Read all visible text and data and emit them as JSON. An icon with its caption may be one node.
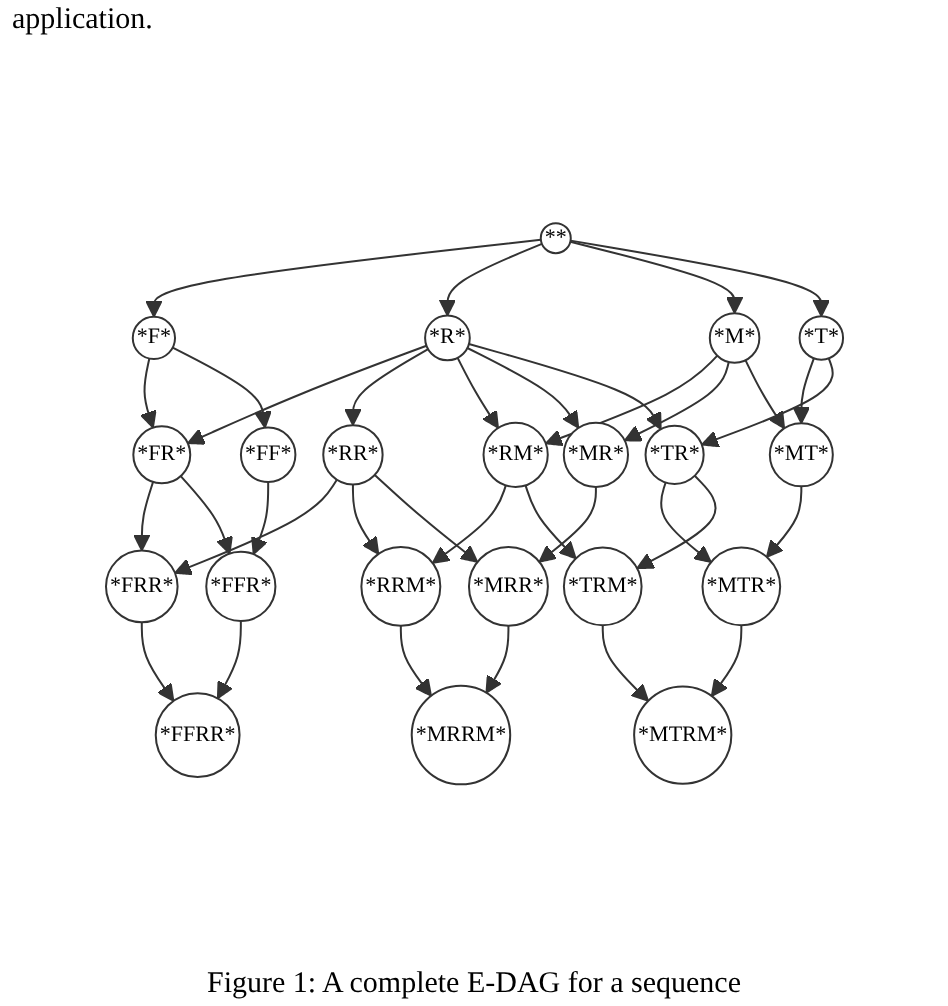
{
  "diagram": {
    "caption": "Figure 1: A complete E-DAG for a sequence",
    "nodes": [
      {
        "text": [
          "**"
        ]
      },
      {
        "text": [
          "*F*"
        ]
      },
      {
        "text": [
          "*R*"
        ]
      },
      {
        "text": [
          "*M*"
        ]
      },
      {
        "text": [
          "*T*"
        ]
      },
      {
        "text": [
          "*FR*"
        ]
      },
      {
        "text": [
          "*FF*"
        ]
      },
      {
        "text": [
          "*RR*"
        ]
      },
      {
        "text": [
          "*RM*"
        ]
      },
      {
        "text": [
          "*MR*"
        ]
      },
      {
        "text": [
          "*MT*"
        ]
      },
      {
        "text": [
          "*TR*"
        ]
      },
      {
        "text": [
          "*FRR*"
        ]
      },
      {
        "text": [
          "*FFR*"
        ]
      },
      {
        "text": [
          "*RRM*"
        ]
      },
      {
        "text": [
          "*MRR*"
        ]
      },
      {
        "text": [
          "*MTR*"
        ]
      },
      {
        "text": [
          "*TRM*"
        ]
      },
      {
        "text": [
          "*FFRR*"
        ]
      },
      {
        "text": [
          "*MRRM*"
        ]
      },
      {
        "text": [
          "*MTRM*"
        ]
      }
    ],
    "edges": [
      {
        "from": 0,
        "to": 1,
        "arrow": "to"
      },
      {
        "from": 0,
        "to": 2,
        "arrow": "to"
      },
      {
        "from": 0,
        "to": 3,
        "arrow": "to"
      },
      {
        "from": 0,
        "to": 4,
        "arrow": "to"
      },
      {
        "from": 1,
        "to": 5,
        "arrow": "to"
      },
      {
        "from": 1,
        "to": 6,
        "arrow": "to"
      },
      {
        "from": 2,
        "to": 5,
        "arrow": "to"
      },
      {
        "from": 2,
        "to": 7,
        "arrow": "to"
      },
      {
        "from": 2,
        "to": 8,
        "arrow": "to"
      },
      {
        "from": 2,
        "to": 9,
        "arrow": "to"
      },
      {
        "from": 2,
        "to": 11,
        "arrow": "to"
      },
      {
        "from": 3,
        "to": 8,
        "arrow": "to"
      },
      {
        "from": 3,
        "to": 9,
        "arrow": "to"
      },
      {
        "from": 3,
        "to": 10,
        "arrow": "to"
      },
      {
        "from": 4,
        "to": 10,
        "arrow": "to"
      },
      {
        "from": 4,
        "to": 11,
        "arrow": "to"
      },
      {
        "from": 5,
        "to": 12,
        "arrow": "to"
      },
      {
        "from": 5,
        "to": 13,
        "arrow": "to"
      },
      {
        "from": 6,
        "to": 13,
        "arrow": "to"
      },
      {
        "from": 7,
        "to": 12,
        "arrow": "to"
      },
      {
        "from": 7,
        "to": 14,
        "arrow": "to"
      },
      {
        "from": 7,
        "to": 15,
        "arrow": "to"
      },
      {
        "from": 8,
        "to": 14,
        "arrow": "to"
      },
      {
        "from": 8,
        "to": 17,
        "arrow": "to"
      },
      {
        "from": 9,
        "to": 15,
        "arrow": "to"
      },
      {
        "from": 10,
        "to": 16,
        "arrow": "to"
      },
      {
        "from": 11,
        "to": 16,
        "arrow": "to"
      },
      {
        "from": 11,
        "to": 17,
        "arrow": "to"
      },
      {
        "from": 12,
        "to": 18,
        "arrow": "to"
      },
      {
        "from": 13,
        "to": 18,
        "arrow": "to"
      },
      {
        "from": 14,
        "to": 19,
        "arrow": "to"
      },
      {
        "from": 15,
        "to": 19,
        "arrow": "to"
      },
      {
        "from": 16,
        "to": 20,
        "arrow": "to"
      },
      {
        "from": 17,
        "to": 20,
        "arrow": "to"
      }
    ],
    "labels": [
      "application."
    ]
  }
}
